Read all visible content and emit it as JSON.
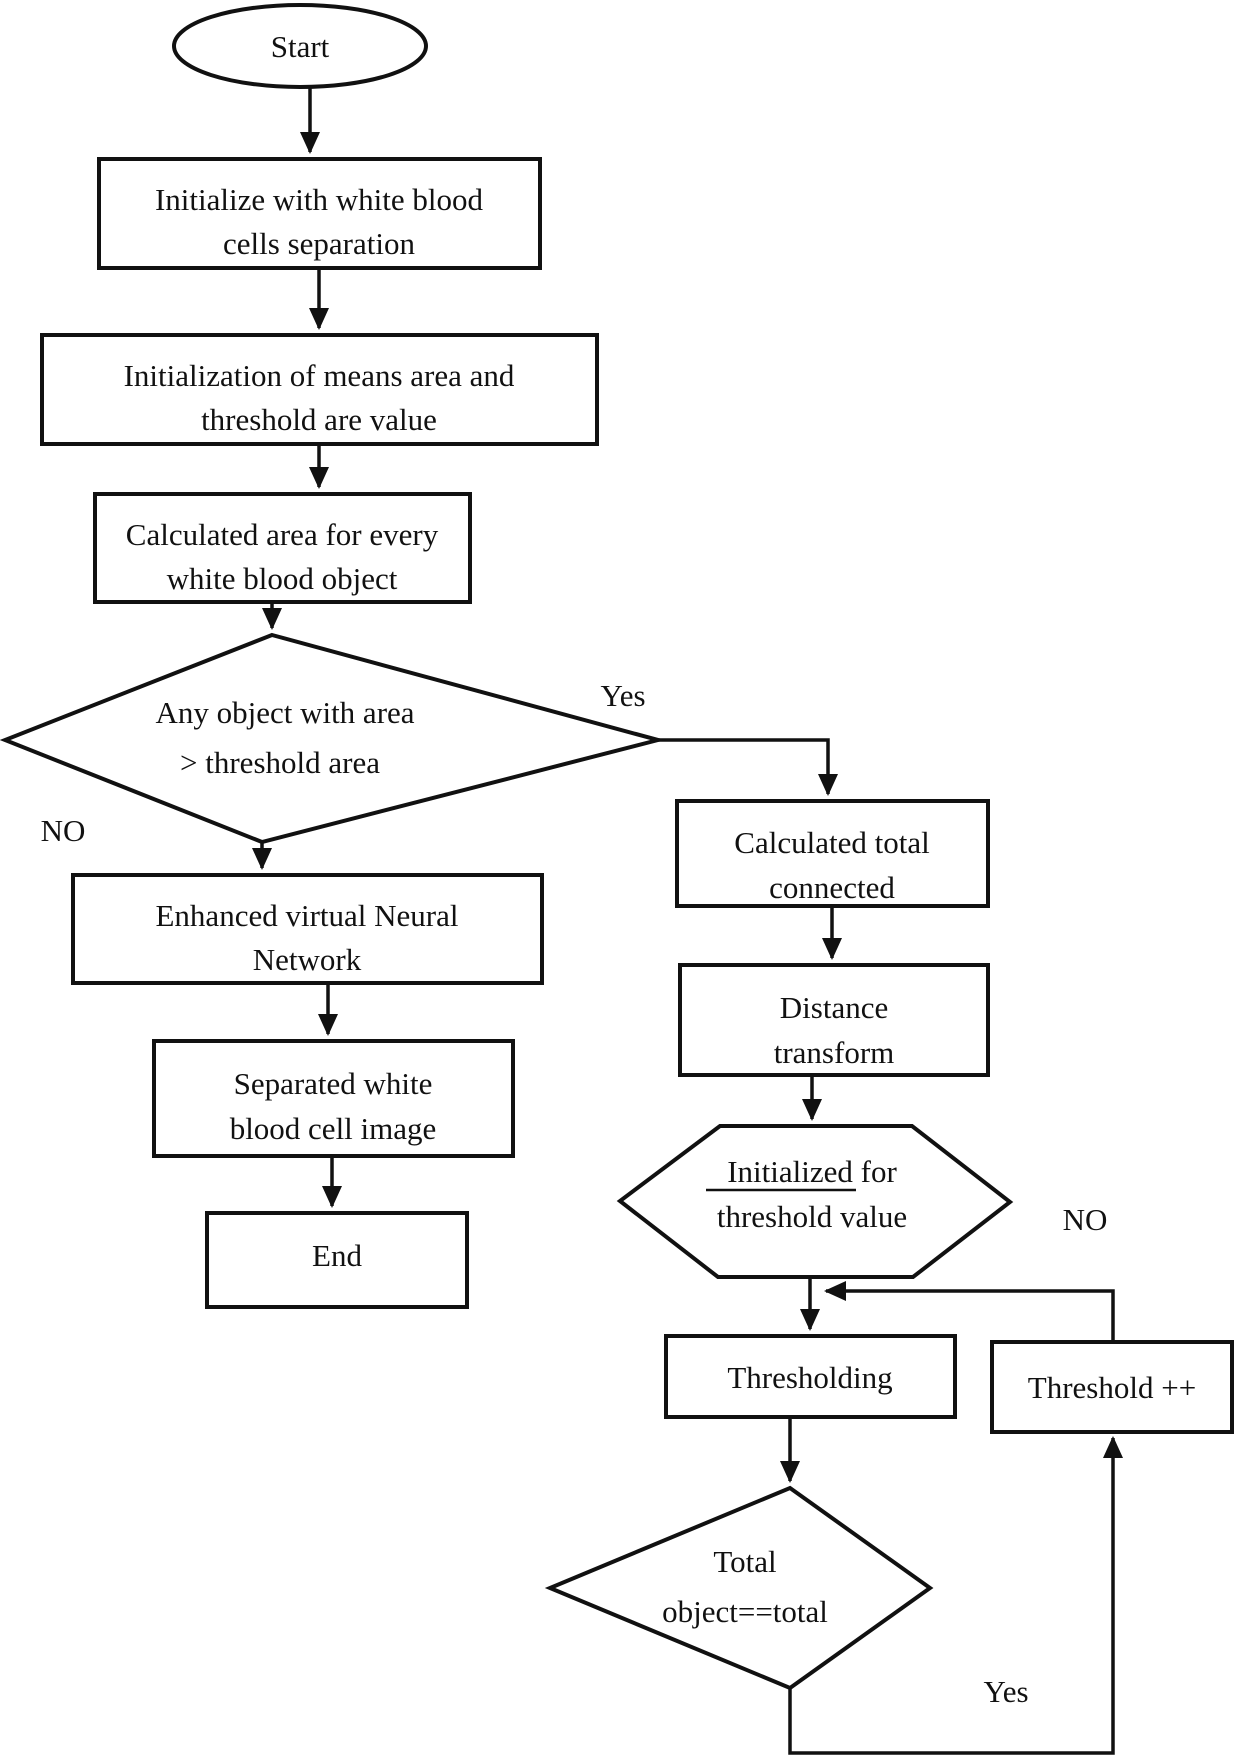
{
  "title": "White blood cell separation flowchart",
  "colors": {
    "ink": "#111111",
    "background": "#ffffff"
  },
  "nodes": {
    "start": {
      "label": "Start"
    },
    "init_box": {
      "line1": "Initialize with white blood",
      "line2": "cells separation"
    },
    "means_box": {
      "line1": "Initialization of means area and",
      "line2": "threshold are value"
    },
    "area_box": {
      "line1": "Calculated area for every",
      "line2": "white blood object"
    },
    "area_decision": {
      "line1": "Any object with area",
      "line2": "> threshold area"
    },
    "evnn_box": {
      "line1": "Enhanced virtual Neural",
      "line2": "Network"
    },
    "separated_box": {
      "line1": "Separated white",
      "line2": "blood cell image"
    },
    "end": {
      "label": "End"
    },
    "connected_box": {
      "line1": "Calculated total",
      "line2": "connected"
    },
    "distance_box": {
      "line1": "Distance",
      "line2": "transform"
    },
    "threshold_hex": {
      "line1": "Initialized for",
      "line2": "threshold value"
    },
    "thresholding_box": {
      "label": "Thresholding"
    },
    "increment_box": {
      "label": "Threshold ++"
    },
    "total_decision": {
      "line1": "Total",
      "line2": "object==total"
    }
  },
  "edge_labels": {
    "yes_area": "Yes",
    "no_area": "NO",
    "no_threshold": "NO",
    "yes_total": "Yes"
  }
}
